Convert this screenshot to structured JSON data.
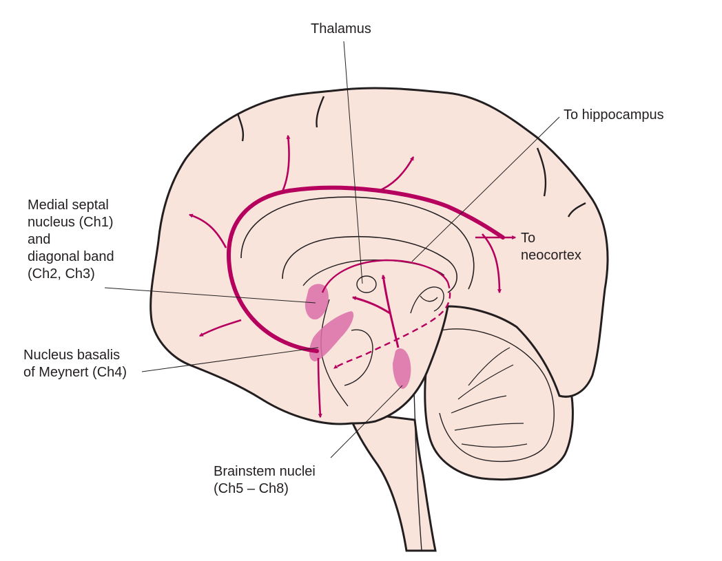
{
  "colors": {
    "brain_fill": "#f9e4dc",
    "outline": "#231f20",
    "pathway": "#b5005e",
    "nucleus_fill": "#dc6fa8"
  },
  "labels": {
    "thalamus": "Thalamus",
    "to_hippocampus": "To hippocampus",
    "to_neocortex": [
      "To",
      "neocortex"
    ],
    "medial_septal": [
      "Medial septal",
      "nucleus (Ch1)",
      "and",
      "diagonal band",
      "(Ch2, Ch3)"
    ],
    "nucleus_basalis": [
      "Nucleus basalis",
      "of Meynert (Ch4)"
    ],
    "brainstem_nuclei": [
      "Brainstem nuclei",
      "(Ch5 – Ch8)"
    ]
  }
}
